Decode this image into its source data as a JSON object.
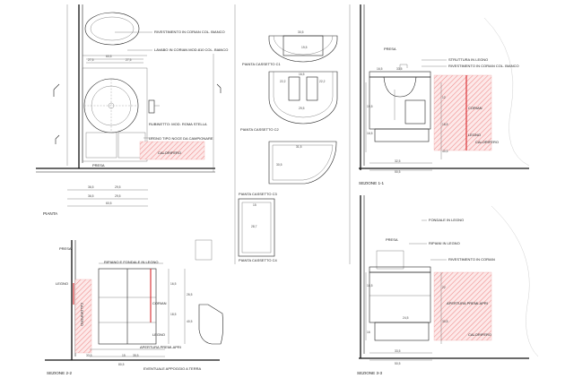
{
  "colors": {
    "accent": "#d8262b",
    "hatch": "#f2a9a9",
    "line": "#222222"
  },
  "pianta": {
    "title": "PIANTA",
    "labels": {
      "rivestimento": "RIVESTIMENTO IN CORIAN COL. BIANCO",
      "lavabo": "LAVABO IN CORIAN MOD.810 COL. BIANCO",
      "rubinetto": "RUBINETTO: MOD. ROMA STELLA",
      "legno": "LEGNO TIPO NOCE DA CAMPIONARE",
      "calorifero": "CALORIFERO",
      "presa": "PRESA"
    },
    "dims": [
      "27,5",
      "60,5",
      "27,5",
      "36,5",
      "29,5",
      "36,5",
      "29,5",
      "60,5"
    ]
  },
  "cassetti": {
    "c1": {
      "title": "PIANTA CASSETTO C1",
      "dims": [
        "30,5",
        "19,5"
      ]
    },
    "c2": {
      "title": "PIANTA CASSETTO C2",
      "dims": [
        "22,2",
        "16,5",
        "22,2",
        "29,5"
      ]
    },
    "c3": {
      "title": "PIANTA CASSETTO C3",
      "dims": [
        "31,5",
        "30,5"
      ]
    },
    "c4": {
      "title": "PIANTA CASSETTO C4",
      "dims": [
        "15",
        "28,7"
      ]
    }
  },
  "sezione11": {
    "title": "SEZIONE 1-1",
    "labels": {
      "presa": "PRESA",
      "struttura": "STRUTTURA IN LEGNO",
      "rivestimento": "RIVESTIMENTO IN CORIAN COL. BIANCO",
      "corian": "CORIAN",
      "legno": "LEGNO",
      "calorifero": "CALORIFERO"
    },
    "dims": [
      "16,5",
      "33,5",
      "32,5",
      "50,5",
      "19,5",
      "16,5",
      "12",
      "18,5",
      "40,5"
    ]
  },
  "sezione22": {
    "title": "SEZIONE 2-2",
    "labels": {
      "presa": "PRESA",
      "ripiano": "RIPIANO E FONDALE IN LEGNO",
      "legno_l": "LEGNO",
      "calorifero": "CALORIFERO",
      "corian": "CORIAN",
      "legno_r": "LEGNO",
      "apertura": "APERTURA PREMI-APRI",
      "appoggio": "EVENTUALE APPOGGIO A TERRA"
    },
    "dims": [
      "33,5",
      "15",
      "35,5",
      "16,5",
      "80,5",
      "26,5",
      "18,5",
      "40,5"
    ]
  },
  "sezione33": {
    "title": "SEZIONE 3-3",
    "labels": {
      "fondale": "FONDALE IN LEGNO",
      "presa": "PRESA",
      "ripiani": "RIPIANI IN LEGNO",
      "rivestimento": "RIVESTIMENTO IN CORIAN",
      "apertura": "APERTURA PREMI-APRI",
      "calorifero": "CALORIFERO"
    },
    "dims": [
      "24,5",
      "33,5",
      "50,5",
      "18,5",
      "16",
      "22",
      "30,5"
    ]
  }
}
